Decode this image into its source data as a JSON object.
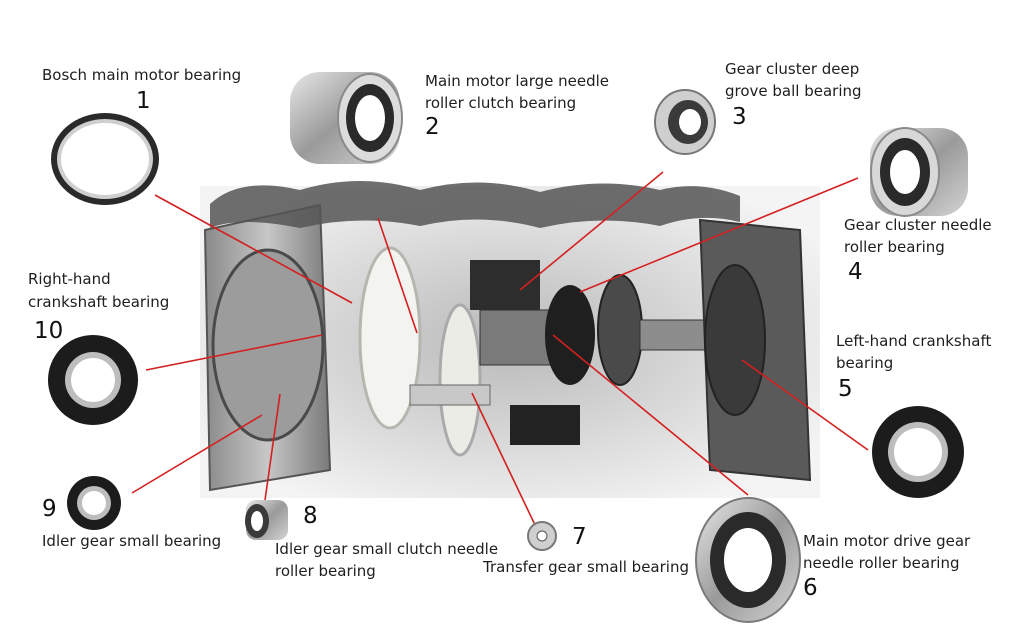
{
  "bearings": [
    {
      "number": "1",
      "label_lines": [
        "Bosch main motor bearing"
      ]
    },
    {
      "number": "2",
      "label_lines": [
        "Main motor large needle",
        "roller clutch bearing"
      ]
    },
    {
      "number": "3",
      "label_lines": [
        "Gear cluster deep",
        "grove ball bearing"
      ]
    },
    {
      "number": "4",
      "label_lines": [
        "Gear cluster needle",
        "roller bearing"
      ]
    },
    {
      "number": "5",
      "label_lines": [
        "Left-hand crankshaft",
        "bearing"
      ]
    },
    {
      "number": "6",
      "label_lines": [
        "Main motor drive gear",
        "needle roller bearing"
      ]
    },
    {
      "number": "7",
      "label_lines": [
        "Transfer gear small bearing"
      ]
    },
    {
      "number": "8",
      "label_lines": [
        "Idler gear small clutch needle",
        "roller bearing"
      ]
    },
    {
      "number": "9",
      "label_lines": [
        "Idler gear small bearing"
      ]
    },
    {
      "number": "10",
      "label_lines": [
        "Right-hand",
        "crankshaft bearing"
      ]
    }
  ],
  "colors": {
    "leader_line": "#d42020",
    "label_text": "#1e1e1e",
    "background": "#ffffff"
  }
}
